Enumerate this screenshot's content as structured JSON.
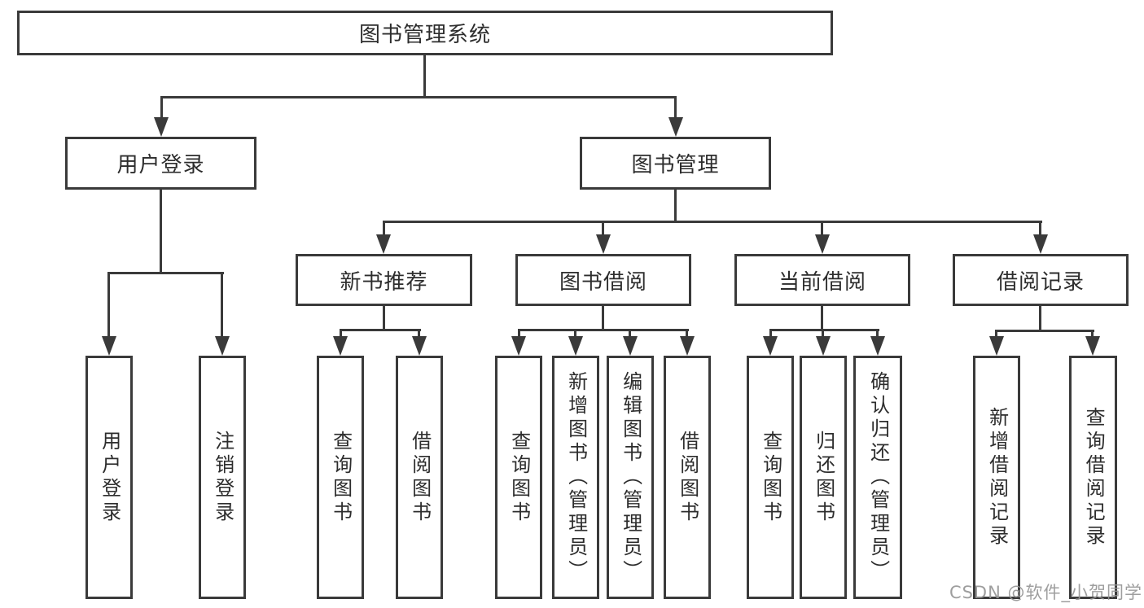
{
  "tree": {
    "root": {
      "label": "图书管理系统"
    },
    "user_login": {
      "label": "用户登录",
      "children": [
        {
          "label": "用户登录"
        },
        {
          "label": "注销登录"
        }
      ]
    },
    "book_management": {
      "label": "图书管理",
      "sections": [
        {
          "label": "新书推荐",
          "children": [
            {
              "label": "查询图书"
            },
            {
              "label": "借阅图书"
            }
          ]
        },
        {
          "label": "图书借阅",
          "children": [
            {
              "label": "查询图书"
            },
            {
              "label": "新增图书（管理员）"
            },
            {
              "label": "编辑图书（管理员）"
            },
            {
              "label": "借阅图书"
            }
          ]
        },
        {
          "label": "当前借阅",
          "children": [
            {
              "label": "查询图书"
            },
            {
              "label": "归还图书"
            },
            {
              "label": "确认归还（管理员）"
            }
          ]
        },
        {
          "label": "借阅记录",
          "children": [
            {
              "label": "新增借阅记录"
            },
            {
              "label": "查询借阅记录"
            }
          ]
        }
      ]
    }
  },
  "watermark": "CSDN @软件_小贺同学",
  "colors": {
    "line": "#3a3a3a",
    "text": "#2d2d2d",
    "watermark": "#969696",
    "background": "#ffffff"
  }
}
